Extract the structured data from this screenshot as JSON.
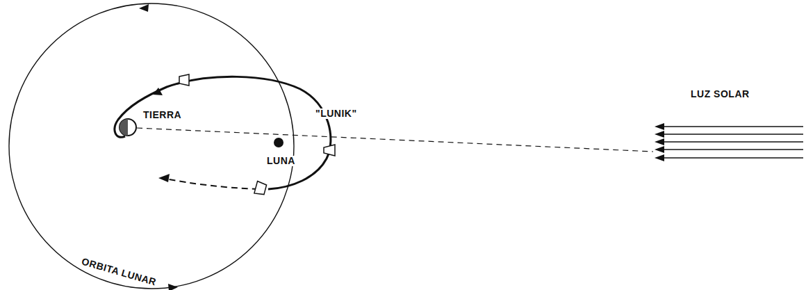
{
  "diagram": {
    "labels": [
      "TIERRA",
      "LUNA",
      "\"LUNIK\"",
      "LUZ SOLAR",
      "ORBITA LUNAR"
    ]
  }
}
